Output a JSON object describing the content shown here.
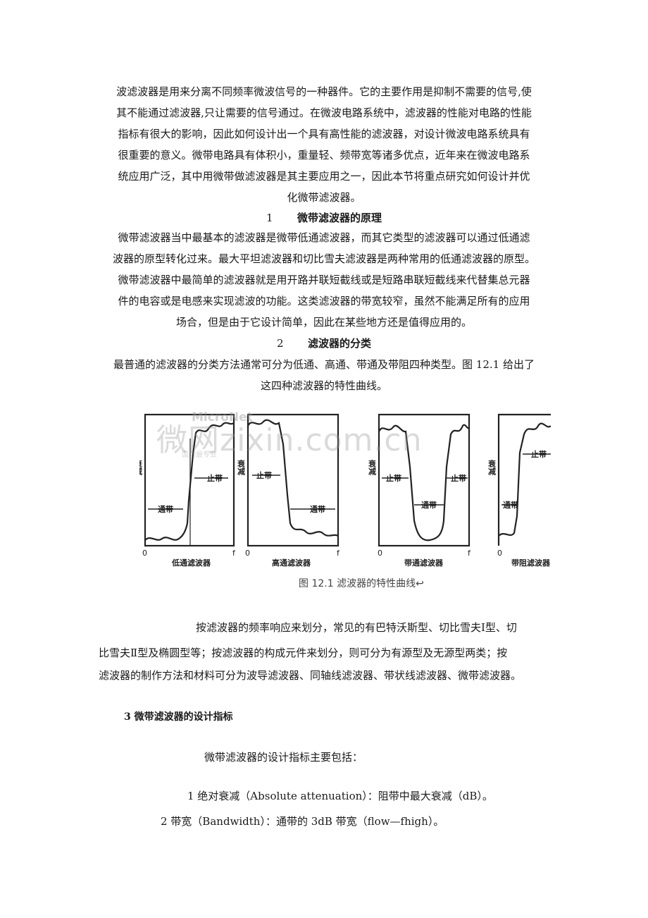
{
  "intro": [
    "波滤波器是用来分离不同频率微波信号的一种器件。它的主要作用是抑制不需要的信号,使",
    "其不能通过滤波器,只让需要的信号通过。在微波电路系统中，滤波器的性能对电路的性能",
    "指标有很大的影响，因此如何设计出一个具有高性能的滤波器，对设计微波电路系统具有",
    "很重要的意义。微带电路具有体积小，重量轻、频带宽等诸多优点，近年来在微波电路系",
    "统应用广泛，其中用微带做滤波器是其主要应用之一，因此本节将重点研究如何设计并优",
    "化微带滤波器。"
  ],
  "section1": {
    "num": "1",
    "title": "微带滤波器的原理",
    "lines": [
      "微带滤波器当中最基本的滤波器是微带低通滤波器，而其它类型的滤波器可以通过低通滤",
      "波器的原型转化过来。最大平坦滤波器和切比雪夫滤波器是两种常用的低通滤波器的原型。",
      "微带滤波器中最简单的滤波器就是用开路并联短截线或是短路串联短截线来代替集总元器",
      "件的电容或是电感来实现滤波的功能。这类滤波器的带宽较窄，虽然不能满足所有的应用",
      "场合，但是由于它设计简单，因此在某些地方还是值得应用的。"
    ]
  },
  "section2": {
    "num": "2",
    "title": "滤波器的分类",
    "lines": [
      "最普通的滤波器的分类方法通常可分为低通、高通、带通及带阻四种类型。图 12.1 给出了",
      "这四种滤波器的特性曲线。"
    ]
  },
  "figure": {
    "caption": "图 12.1 滤波器的特性曲线↩",
    "watermark": "微网zixin.com.cn",
    "watermark_top": "MicroNet",
    "watermark_sub": "国内最专业",
    "panels": [
      {
        "name": "低通滤波器",
        "y_label": "衰减",
        "labels": [
          "通带",
          "止带"
        ]
      },
      {
        "name": "高通滤波器",
        "y_label": "衰减",
        "labels": [
          "止带",
          "通带"
        ]
      },
      {
        "name": "带通滤波器",
        "y_label": "衰减",
        "labels": [
          "止带",
          "通带",
          "止带"
        ]
      },
      {
        "name": "带阻滤波器",
        "y_label": "衰减",
        "labels": [
          "通带",
          "止带"
        ]
      }
    ],
    "axis_zero": "0",
    "axis_f": "f"
  },
  "para_classify": [
    "按滤波器的频率响应来划分，常见的有巴特沃斯型、切比雪夫Ⅰ型、切",
    "比雪夫Ⅱ型及椭圆型等；按滤波器的构成元件来划分，则可分为有源型及无源型两类；按",
    "滤波器的制作方法和材料可分为波导滤波器、同轴线滤波器、带状线滤波器、微带滤波器。"
  ],
  "section3": {
    "title": "3 微带滤波器的设计指标",
    "intro": "微带滤波器的设计指标主要包括：",
    "items": [
      "1 绝对衰减（Absolute attenuation）：阻带中最大衰减（dB）。",
      "2 带宽（Bandwidth）：通带的 3dB 带宽（flow—fhigh）。"
    ]
  }
}
